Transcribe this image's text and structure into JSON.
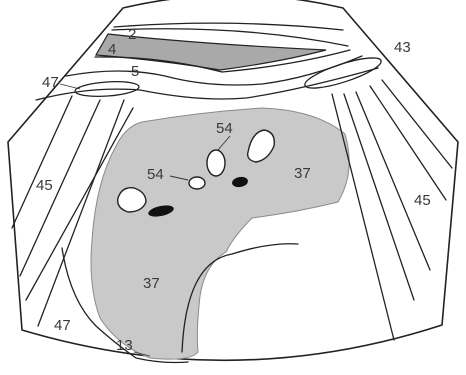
{
  "colors": {
    "line": "#222222",
    "organ_fill": "#c9c9c9",
    "band_fill": "#a9a9a9",
    "label": "#3a3a3a",
    "lesion_fill": "#111111",
    "cyst_fill": "#ffffff"
  },
  "labels": {
    "n2": "2",
    "n4": "4",
    "n5": "5",
    "n43": "43",
    "n47_top": "47",
    "n47_bottom": "47",
    "n45_left": "45",
    "n45_right": "45",
    "n54_top": "54",
    "n54_left": "54",
    "n37_right": "37",
    "n37_bottom": "37",
    "n13": "13"
  }
}
